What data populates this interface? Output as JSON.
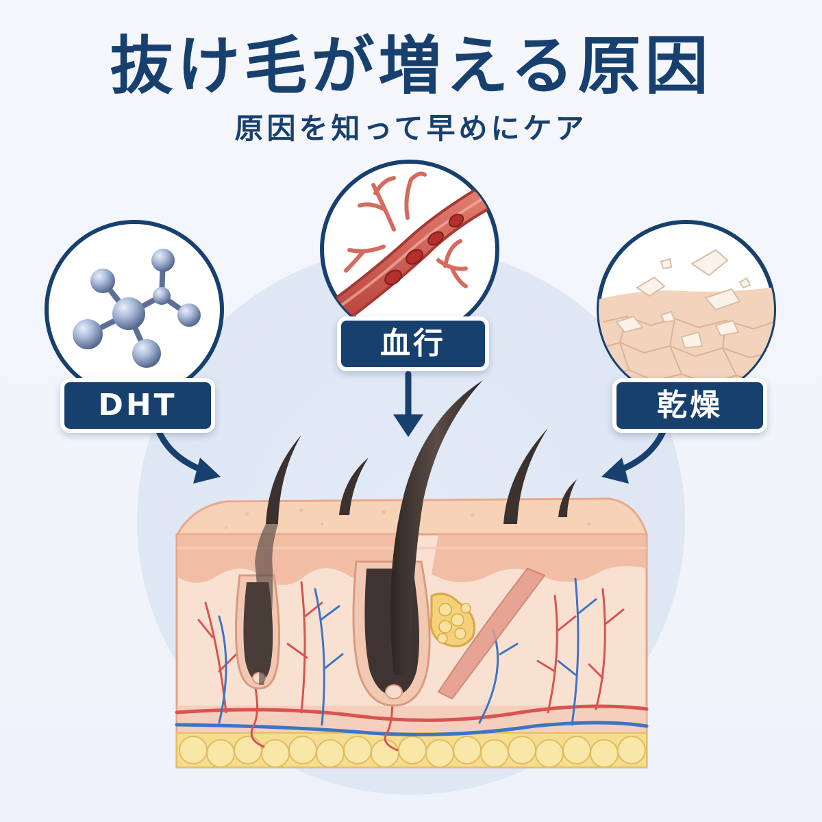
{
  "title": "抜け毛が増える原因",
  "subtitle": "原因を知って早めにケア",
  "causes": [
    {
      "id": "dht",
      "label": "DHT",
      "icon": "molecule-icon"
    },
    {
      "id": "blood",
      "label": "血行",
      "icon": "blood-vessel-icon"
    },
    {
      "id": "dry",
      "label": "乾燥",
      "icon": "dry-skin-icon"
    }
  ],
  "illustration": "scalp-cross-section",
  "colors": {
    "navy": "#17406e",
    "skin": "#f6c9b1",
    "dermis": "#f9dccb",
    "fat": "#f6dc8e",
    "hair": "#3b312e",
    "artery": "#d9534f",
    "vein": "#3d74c4"
  }
}
